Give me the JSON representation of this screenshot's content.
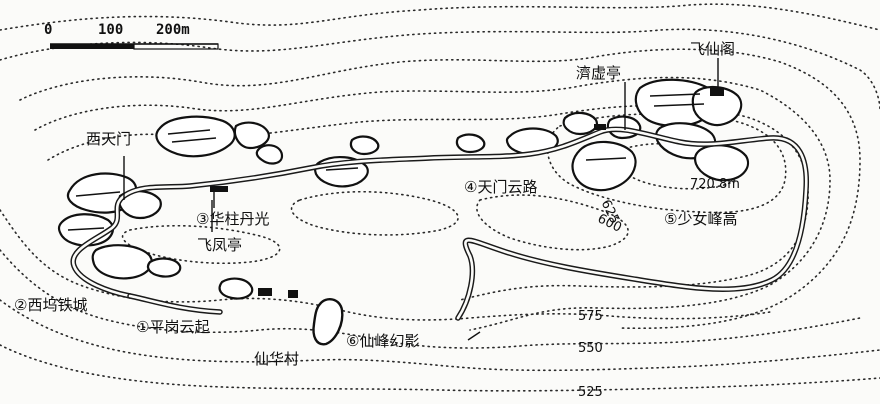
{
  "scale_bar": {
    "ticks": [
      "0",
      "100",
      "200m"
    ]
  },
  "places": {
    "west_gate": "西天门",
    "feiyun_pavilion": "飞凤亭",
    "xianhua_village": "仙华村",
    "feixian_pavilion": "飞仙阁",
    "xiaoyao_pavilion": "濟虚亭"
  },
  "scenic_spots": {
    "s1": "①平岗云起",
    "s2": "②西坞铁城",
    "s3": "③华柱丹光",
    "s4": "④天门云路",
    "s5": "⑤少女峰高",
    "s6": "⑥仙峰幻影"
  },
  "elevations": {
    "summit": "720.8m",
    "c625": "625",
    "c600": "600",
    "c575": "575",
    "c550": "550",
    "c525": "525"
  },
  "colors": {
    "ink": "#111111",
    "paper": "#fbfbf9"
  }
}
